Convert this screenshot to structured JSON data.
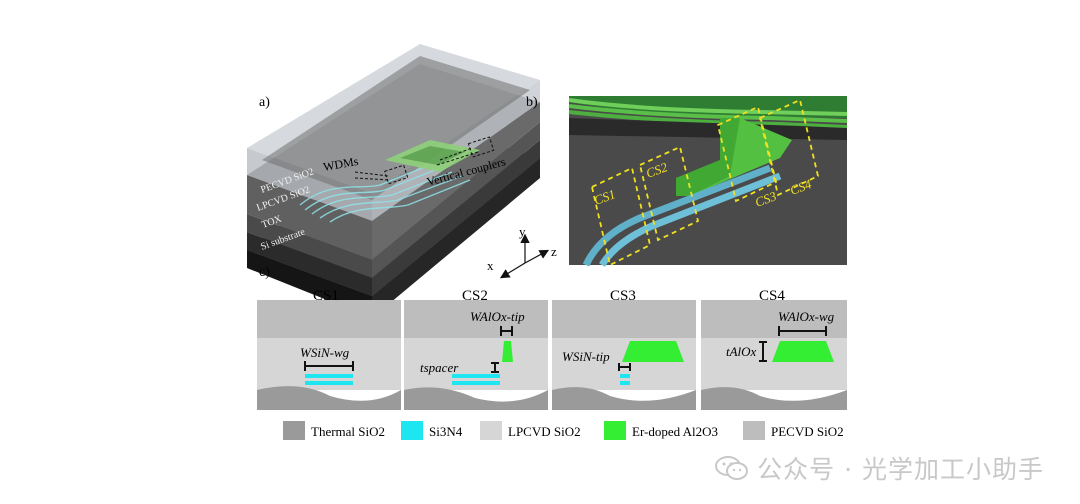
{
  "panels": {
    "a": "a)",
    "b": "b)",
    "c": "c)"
  },
  "stack_labels": [
    "PECVD SiO2",
    "LPCVD SiO2",
    "TOX",
    "Si substrate"
  ],
  "callouts": {
    "wdms": "WDMs",
    "couplers": "Vertical couplers"
  },
  "axes": {
    "x": "x",
    "y": "y",
    "z": "z"
  },
  "render_cs": [
    "CS1",
    "CS2",
    "CS3",
    "CS4"
  ],
  "cross_sections": [
    {
      "title": "CS1",
      "dim": "WSiN-wg"
    },
    {
      "title": "CS2",
      "dim": "WAlOx-tip",
      "dim2": "tspacer"
    },
    {
      "title": "CS3",
      "dim": "WSiN-tip"
    },
    {
      "title": "CS4",
      "dim": "WAlOx-wg",
      "dim2": "tAlOx"
    }
  ],
  "legend": [
    {
      "label": "Thermal SiO2",
      "color": "#9a9a9a"
    },
    {
      "label": "Si3N4",
      "color": "#1ee6f0"
    },
    {
      "label": "LPCVD SiO2",
      "color": "#d6d6d6"
    },
    {
      "label": "Er-doped Al2O3",
      "color": "#33ee33"
    },
    {
      "label": "PECVD SiO2",
      "color": "#bdbdbd"
    }
  ],
  "watermark": "公众号 · 光学加工小助手"
}
